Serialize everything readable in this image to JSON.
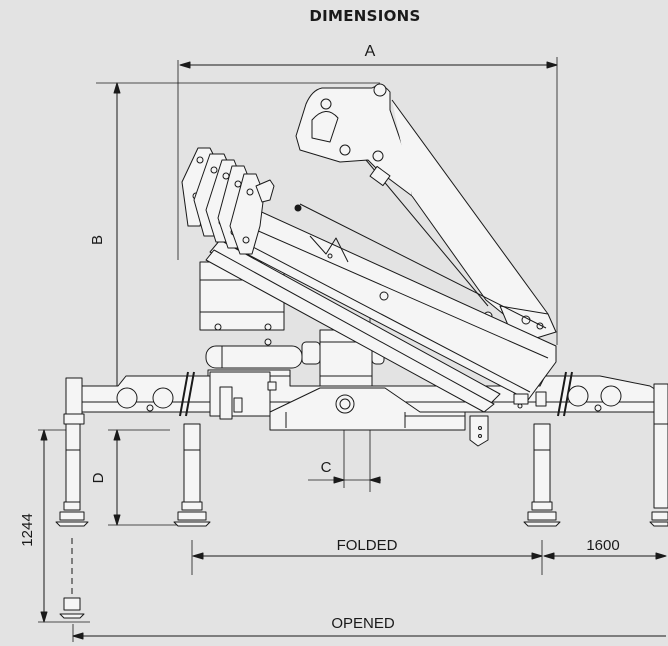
{
  "title": "DIMENSIONS",
  "labels": {
    "a": "A",
    "b": "B",
    "c": "C",
    "d": "D",
    "height": "1244",
    "folded": "FOLDED",
    "extension": "1600",
    "opened": "OPENED"
  },
  "colors": {
    "background": "#e3e3e3",
    "line": "#1a1a1a",
    "fill": "#f5f5f5"
  }
}
